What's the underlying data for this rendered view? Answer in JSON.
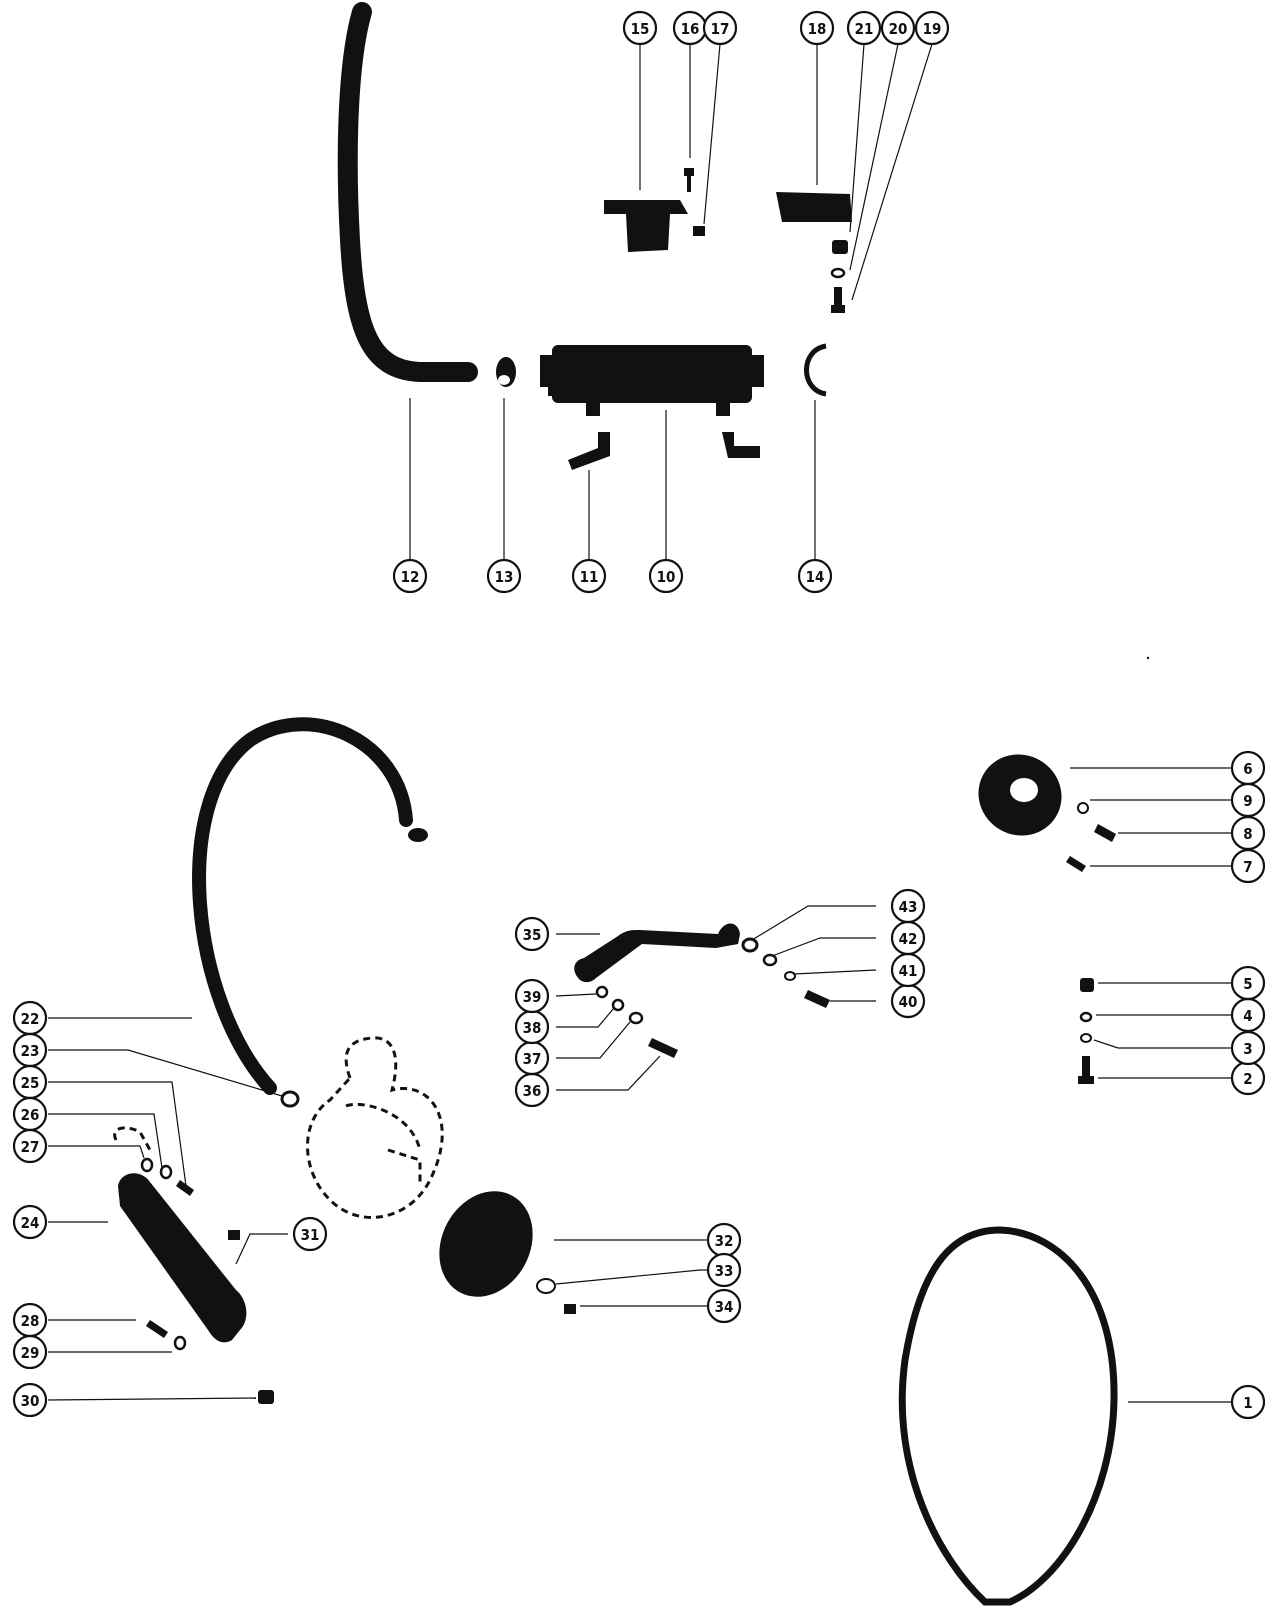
{
  "callouts": [
    {
      "id": "1",
      "label": "1"
    },
    {
      "id": "2",
      "label": "2"
    },
    {
      "id": "3",
      "label": "3"
    },
    {
      "id": "4",
      "label": "4"
    },
    {
      "id": "5",
      "label": "5"
    },
    {
      "id": "6",
      "label": "6"
    },
    {
      "id": "7",
      "label": "7"
    },
    {
      "id": "8",
      "label": "8"
    },
    {
      "id": "9",
      "label": "9"
    },
    {
      "id": "10",
      "label": "10"
    },
    {
      "id": "11",
      "label": "11"
    },
    {
      "id": "12",
      "label": "12"
    },
    {
      "id": "13",
      "label": "13"
    },
    {
      "id": "14",
      "label": "14"
    },
    {
      "id": "15",
      "label": "15"
    },
    {
      "id": "16",
      "label": "16"
    },
    {
      "id": "17",
      "label": "17"
    },
    {
      "id": "18",
      "label": "18"
    },
    {
      "id": "19",
      "label": "19"
    },
    {
      "id": "20",
      "label": "20"
    },
    {
      "id": "21",
      "label": "21"
    },
    {
      "id": "22",
      "label": "22"
    },
    {
      "id": "23",
      "label": "23"
    },
    {
      "id": "24",
      "label": "24"
    },
    {
      "id": "25",
      "label": "25"
    },
    {
      "id": "26",
      "label": "26"
    },
    {
      "id": "27",
      "label": "27"
    },
    {
      "id": "28",
      "label": "28"
    },
    {
      "id": "29",
      "label": "29"
    },
    {
      "id": "30",
      "label": "30"
    },
    {
      "id": "31",
      "label": "31"
    },
    {
      "id": "32",
      "label": "32"
    },
    {
      "id": "33",
      "label": "33"
    },
    {
      "id": "34",
      "label": "34"
    },
    {
      "id": "35",
      "label": "35"
    },
    {
      "id": "36",
      "label": "36"
    },
    {
      "id": "37",
      "label": "37"
    },
    {
      "id": "38",
      "label": "38"
    },
    {
      "id": "39",
      "label": "39"
    },
    {
      "id": "40",
      "label": "40"
    },
    {
      "id": "41",
      "label": "41"
    },
    {
      "id": "42",
      "label": "42"
    },
    {
      "id": "43",
      "label": "43"
    }
  ],
  "colors": {
    "ink": "#111111",
    "paper": "#ffffff"
  }
}
